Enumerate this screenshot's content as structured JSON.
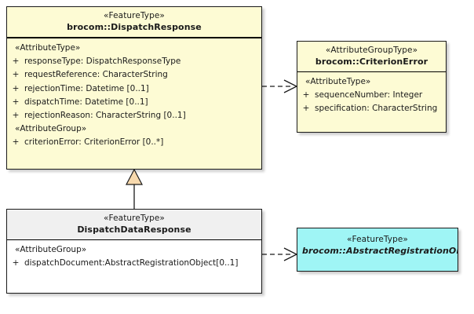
{
  "diagram": {
    "type": "uml-class-diagram",
    "background": "#ffffff",
    "colors": {
      "feature_type_fill": "#fdfbd4",
      "attribute_group_type_fill": "#fdfbd4",
      "abstract_feature_fill": "#9ff5f5",
      "subclass_header_fill": "#f0f0f0",
      "subclass_body_fill": "#ffffff",
      "border": "#1a1a1a",
      "generalization_arrow_fill": "#f7d9ad"
    },
    "classes": [
      {
        "id": "dispatch-response",
        "stereotype": "«FeatureType»",
        "name": "brocom::DispatchResponse",
        "abstract": false,
        "compartments": [
          {
            "group": "«AttributeType»",
            "attributes": [
              {
                "visibility": "+",
                "text": "responseType: DispatchResponseType"
              },
              {
                "visibility": "+",
                "text": "requestReference: CharacterString"
              },
              {
                "visibility": "+",
                "text": "rejectionTime: Datetime [0..1]"
              },
              {
                "visibility": "+",
                "text": "dispatchTime: Datetime [0..1]"
              },
              {
                "visibility": "+",
                "text": "rejectionReason: CharacterString [0..1]"
              }
            ]
          },
          {
            "group": "«AttributeGroup»",
            "attributes": [
              {
                "visibility": "+",
                "text": "criterionError: CriterionError [0..*]"
              }
            ]
          }
        ]
      },
      {
        "id": "criterion-error",
        "stereotype": "«AttributeGroupType»",
        "name": "brocom::CriterionError",
        "abstract": false,
        "compartments": [
          {
            "group": "«AttributeType»",
            "attributes": [
              {
                "visibility": "+",
                "text": "sequenceNumber: Integer"
              },
              {
                "visibility": "+",
                "text": "specification: CharacterString"
              }
            ]
          }
        ]
      },
      {
        "id": "dispatch-data-response",
        "stereotype": "«FeatureType»",
        "name": "DispatchDataResponse",
        "abstract": false,
        "compartments": [
          {
            "group": "«AttributeGroup»",
            "attributes": [
              {
                "visibility": "+",
                "text": "dispatchDocument:AbstractRegistrationObject[0..1]"
              }
            ]
          }
        ]
      },
      {
        "id": "abstract-registration-object",
        "stereotype": "«FeatureType»",
        "name": "brocom::AbstractRegistrationObject",
        "abstract": true,
        "compartments": []
      }
    ],
    "relationships": [
      {
        "id": "generalization-dispatchdata-to-dispatchresponse",
        "kind": "generalization",
        "line": "solid",
        "arrowhead": "hollow-triangle",
        "from": "dispatch-data-response",
        "to": "dispatch-response"
      },
      {
        "id": "dependency-dispatchresponse-to-criterionerror",
        "kind": "dependency",
        "line": "dashed",
        "arrowhead": "open",
        "from": "dispatch-response",
        "to": "criterion-error"
      },
      {
        "id": "dependency-dispatchdata-to-abstractregistrationobject",
        "kind": "dependency",
        "line": "dashed",
        "arrowhead": "open",
        "from": "dispatch-data-response",
        "to": "abstract-registration-object"
      }
    ]
  }
}
